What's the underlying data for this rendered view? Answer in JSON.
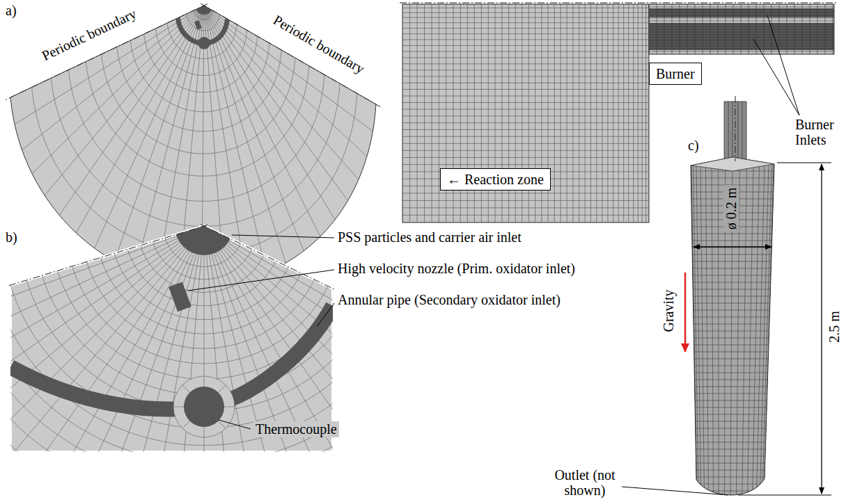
{
  "diagram": {
    "nodes": [
      {
        "text": [
          "← Reaction zone"
        ]
      },
      {
        "text": [
          "Burner"
        ]
      }
    ],
    "labels": [
      "a)",
      "Periodic boundary",
      "Periodic boundary",
      "b)",
      "PSS particles and carrier air inlet",
      "High velocity nozzle (Prim. oxidator inlet)",
      "Annular pipe (Secondary oxidator inlet)",
      "Thermocouple",
      "Burner Inlets",
      "c)",
      "ø 0.2 m",
      "Gravity",
      "2.5 m",
      "Outlet (not shown)"
    ]
  }
}
